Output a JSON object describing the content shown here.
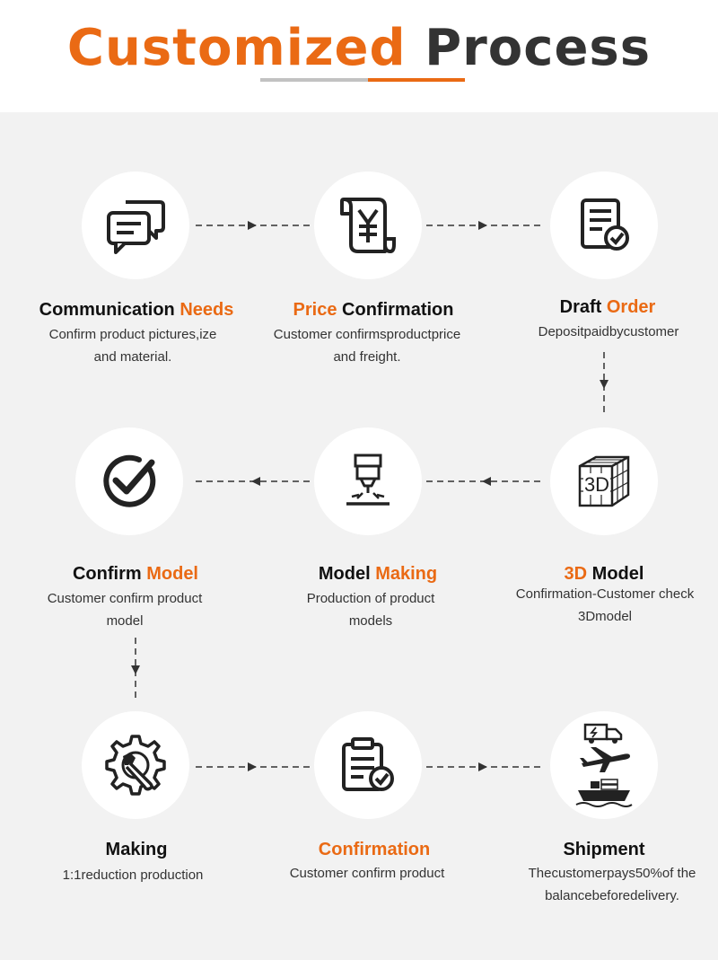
{
  "title": {
    "part1": "Customized",
    "part2": "Process"
  },
  "steps": [
    {
      "title_a": "Communication",
      "title_b": "Needs",
      "desc_1": "Confirm product pictures,ize",
      "desc_2": "and material.",
      "icon": "chat-bubbles-icon"
    },
    {
      "title_a": "Price",
      "title_b": "Confirmation",
      "desc_1": "Customer confirmsproductprice",
      "desc_2": "and freight.",
      "icon": "yen-receipt-icon"
    },
    {
      "title_a": "Draft",
      "title_b": "Order",
      "desc_1": "Depositpaidbycustomer",
      "icon": "document-check-icon"
    },
    {
      "title_a": "3D",
      "title_b": "Model",
      "desc_1": "Confirmation-Customer check",
      "desc_2": "3Dmodel",
      "icon": "3d-cube-icon",
      "icon_text": "3D"
    },
    {
      "title_a": "Model",
      "title_b": "Making",
      "desc_1": "Production of product",
      "desc_2": "models",
      "icon": "cnc-machine-icon"
    },
    {
      "title_a": "Confirm",
      "title_b": "Model",
      "desc_1": "Customer confirm product",
      "desc_2": "model",
      "icon": "circle-check-icon"
    },
    {
      "title_a": "Making",
      "desc_1": "1:1reduction production",
      "icon": "gear-wrench-icon"
    },
    {
      "title_a": "Confirmation",
      "desc_1": "Customer confirm product",
      "icon": "clipboard-check-icon"
    },
    {
      "title_a": "Shipment",
      "desc_1": "Thecustomerpays50%of the",
      "desc_2": "balancebeforedelivery.",
      "icon": "truck-plane-ship-icon"
    }
  ],
  "colors": {
    "accent": "#ea6a14",
    "dark": "#333333",
    "panel": "#f2f2f2",
    "divider": "#c2c2c2"
  }
}
